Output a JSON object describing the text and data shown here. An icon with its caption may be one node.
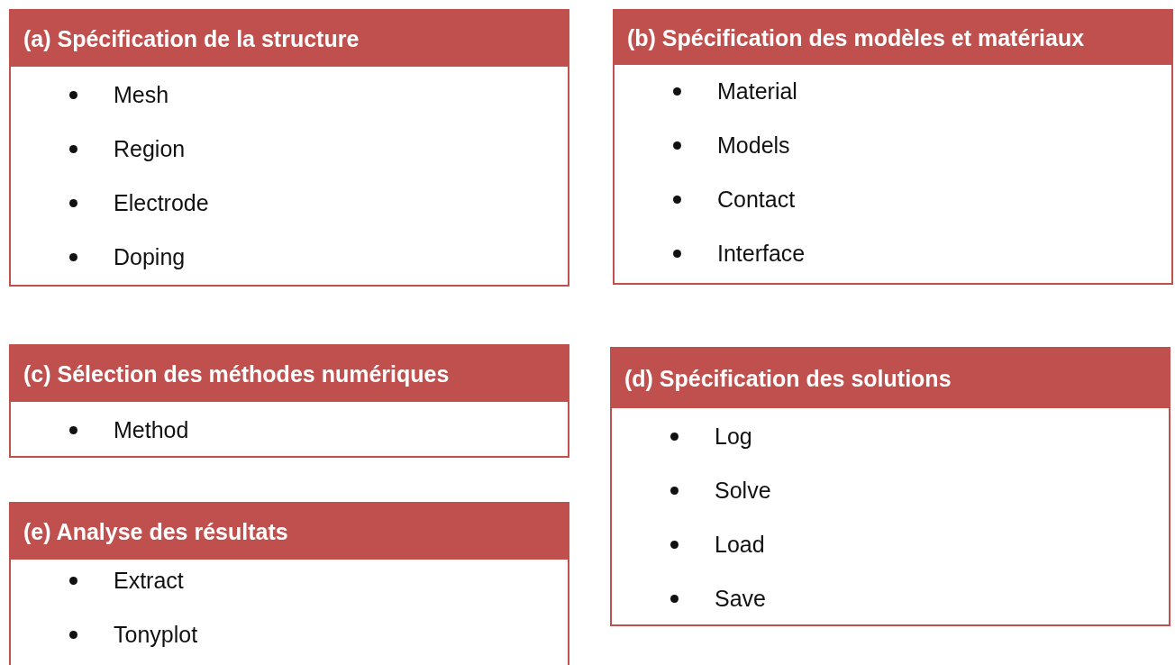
{
  "diagram": {
    "nodes": [
      {
        "text": [
          "(a) Spécification de la structure",
          "Mesh",
          "Region",
          "Electrode",
          "Doping"
        ]
      },
      {
        "text": [
          "(b) Spécification des modèles et matériaux",
          "Material",
          "Models",
          "Contact",
          "Interface"
        ]
      },
      {
        "text": [
          "(c) Sélection des méthodes numériques",
          "Method"
        ]
      },
      {
        "text": [
          "(d) Spécification des solutions",
          "Log",
          "Solve",
          "Load",
          "Save"
        ]
      },
      {
        "text": [
          "(e) Analyse des résultats",
          "Extract",
          "Tonyplot"
        ]
      }
    ]
  }
}
